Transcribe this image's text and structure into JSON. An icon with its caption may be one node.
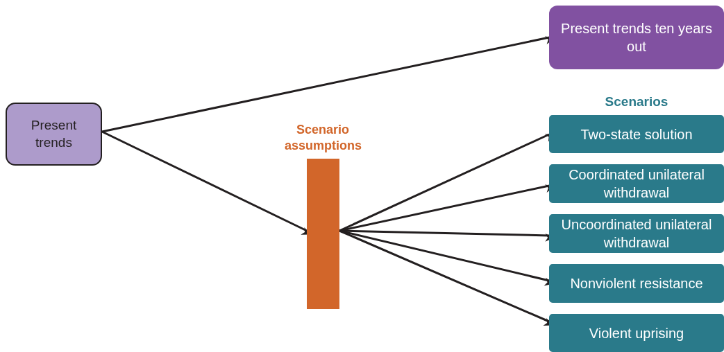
{
  "diagram": {
    "nodes": [
      {
        "text": [
          "Present trends"
        ]
      },
      {
        "text": [
          "Present trends ten years out"
        ]
      },
      {
        "text": [
          "Scenario assumptions"
        ]
      },
      {
        "text": [
          "Two-state solution"
        ]
      },
      {
        "text": [
          "Coordinated unilateral withdrawal"
        ]
      },
      {
        "text": [
          "Uncoordinated unilateral withdrawal"
        ]
      },
      {
        "text": [
          "Nonviolent resistance"
        ]
      },
      {
        "text": [
          "Violent uprising"
        ]
      }
    ],
    "edges": [
      {
        "from": 0,
        "to": 1,
        "arrow": "to"
      },
      {
        "from": 0,
        "to": 2,
        "arrow": "to"
      },
      {
        "from": 2,
        "to": 3,
        "arrow": "to"
      },
      {
        "from": 2,
        "to": 4,
        "arrow": "to"
      },
      {
        "from": 2,
        "to": 5,
        "arrow": "to"
      },
      {
        "from": 2,
        "to": 6,
        "arrow": "to"
      },
      {
        "from": 2,
        "to": 7,
        "arrow": "to"
      }
    ],
    "labels": [
      "Scenarios"
    ]
  }
}
